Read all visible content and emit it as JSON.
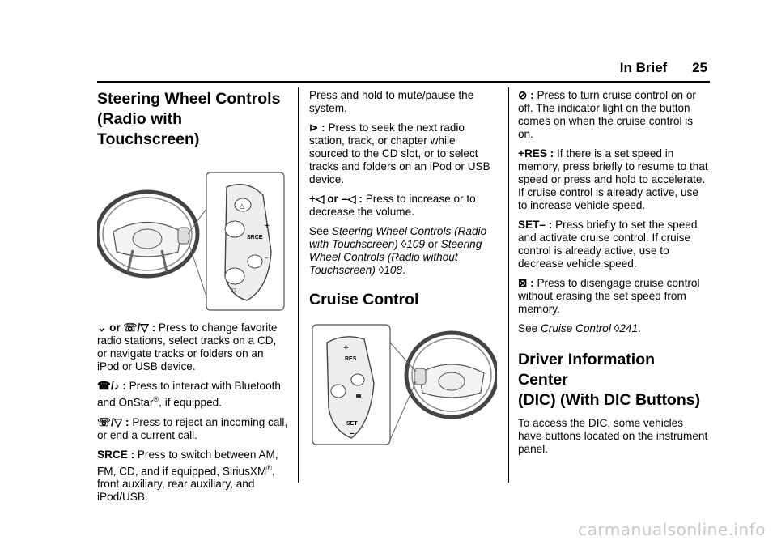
{
  "header": {
    "section": "In Brief",
    "page_number": "25"
  },
  "col1": {
    "title_line1": "Steering Wheel Controls",
    "title_line2": "(Radio with Touchscreen)",
    "fig_labels": {
      "srce": "SRCE"
    },
    "items": [
      {
        "label": "or",
        "desc": "Press to change favorite radio stations, select tracks on a CD, or navigate tracks or folders on an iPod or USB device."
      },
      {
        "label": "",
        "desc_a": "Press to interact with Bluetooth and OnStar",
        "reg": "®",
        "desc_b": ", if equipped."
      },
      {
        "label": "",
        "desc": "Press to reject an incoming call, or end a current call."
      },
      {
        "label": "SRCE :",
        "desc_a": "Press to switch between AM, FM, CD, and if equipped, SiriusXM",
        "reg": "®",
        "desc_b": ", front auxiliary, rear auxiliary, and iPod/USB."
      }
    ]
  },
  "col2": {
    "p1": "Press and hold to mute/pause the system.",
    "p2": "Press to seek the next radio station, track, or chapter while sourced to the CD slot, or to select tracks and folders on an iPod or USB device.",
    "p3_plus": "+",
    "p3_or": "or",
    "p3_minus": "–",
    "p3_desc": "Press to increase or to decrease the volume.",
    "see_word": "See",
    "see_ref1": "Steering Wheel Controls (Radio with Touchscreen)",
    "see_page1": "109",
    "see_or": "or",
    "see_ref2": "Steering Wheel Controls (Radio without Touchscreen)",
    "see_page2": "108",
    "cruise_title": "Cruise Control",
    "fig_labels": {
      "res": "RES",
      "set": "SET"
    }
  },
  "col3": {
    "p1": "Press to turn cruise control on or off. The indicator light on the button comes on when the cruise control is on.",
    "p2_label": "+RES :",
    "p2": "If there is a set speed in memory, press briefly to resume to that speed or press and hold to accelerate. If cruise control is already active, use to increase vehicle speed.",
    "p3_label": "SET– :",
    "p3": "Press briefly to set the speed and activate cruise control. If cruise control is already active, use to decrease vehicle speed.",
    "p4": "Press to disengage cruise control without erasing the set speed from memory.",
    "see_word": "See",
    "see_ref": "Cruise Control",
    "see_page": "241",
    "dic_title_line1": "Driver Information Center",
    "dic_title_line2": "(DIC) (With DIC Buttons)",
    "dic_p": "To access the DIC, some vehicles have buttons located on the instrument panel."
  },
  "watermark": "carmanualsonline.info"
}
